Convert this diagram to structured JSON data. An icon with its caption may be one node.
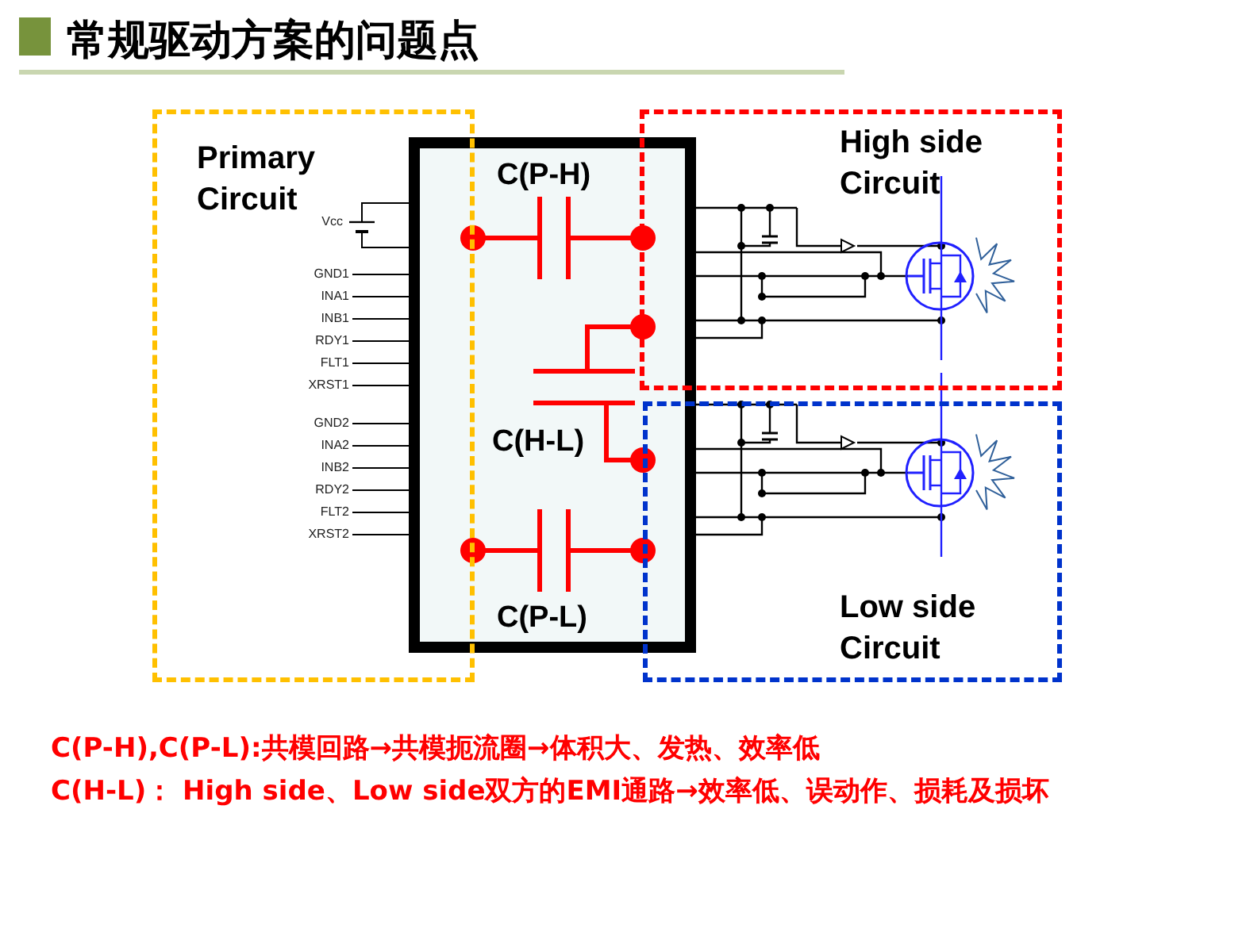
{
  "diagram": {
    "title": "常规驱动方案的问题点",
    "nodes": [
      {
        "text": [
          "Primary Circuit"
        ]
      },
      {
        "text": [
          "High side Circuit"
        ]
      },
      {
        "text": [
          "Low side Circuit"
        ]
      }
    ],
    "labels": [
      "C(P-H)",
      "Vcc",
      "GND1",
      "INA1",
      "INB1",
      "RDY1",
      "FLT1",
      "XRST1",
      "C(H-L)",
      "GND2",
      "INA2",
      "INB2",
      "RDY2",
      "FLT2",
      "XRST2",
      "C(P-L)",
      "C(P-H),C(P-L):共模回路→共模扼流圈→体积大、发热、效率低",
      "C(H-L)： High side、Low side双方的EMI通路→效率低、误动作、损耗及损坏"
    ]
  }
}
